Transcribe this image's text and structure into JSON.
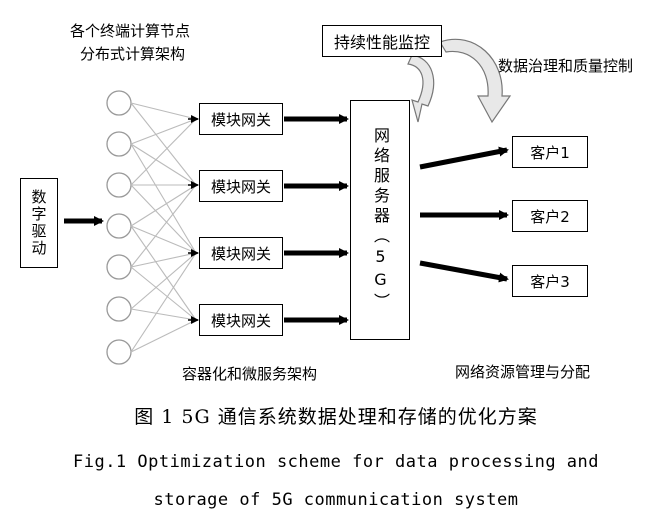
{
  "diagram": {
    "top_label_line1": "各个终端计算节点",
    "top_label_line2": "分布式计算架构",
    "digital_drive": "数字驱动",
    "gateways": [
      "模块网关",
      "模块网关",
      "模块网关",
      "模块网关"
    ],
    "network_server": "网络服务器（5G）",
    "monitor": "持续性能监控",
    "governance": "数据治理和质量控制",
    "clients": [
      "客户1",
      "客户2",
      "客户3"
    ],
    "container_label": "容器化和微服务架构",
    "resource_label": "网络资源管理与分配"
  },
  "caption": {
    "cn": "图 1 5G 通信系统数据处理和存储的优化方案",
    "en_line1": "Fig.1 Optimization scheme for data processing and",
    "en_line2": "storage of 5G communication system"
  }
}
